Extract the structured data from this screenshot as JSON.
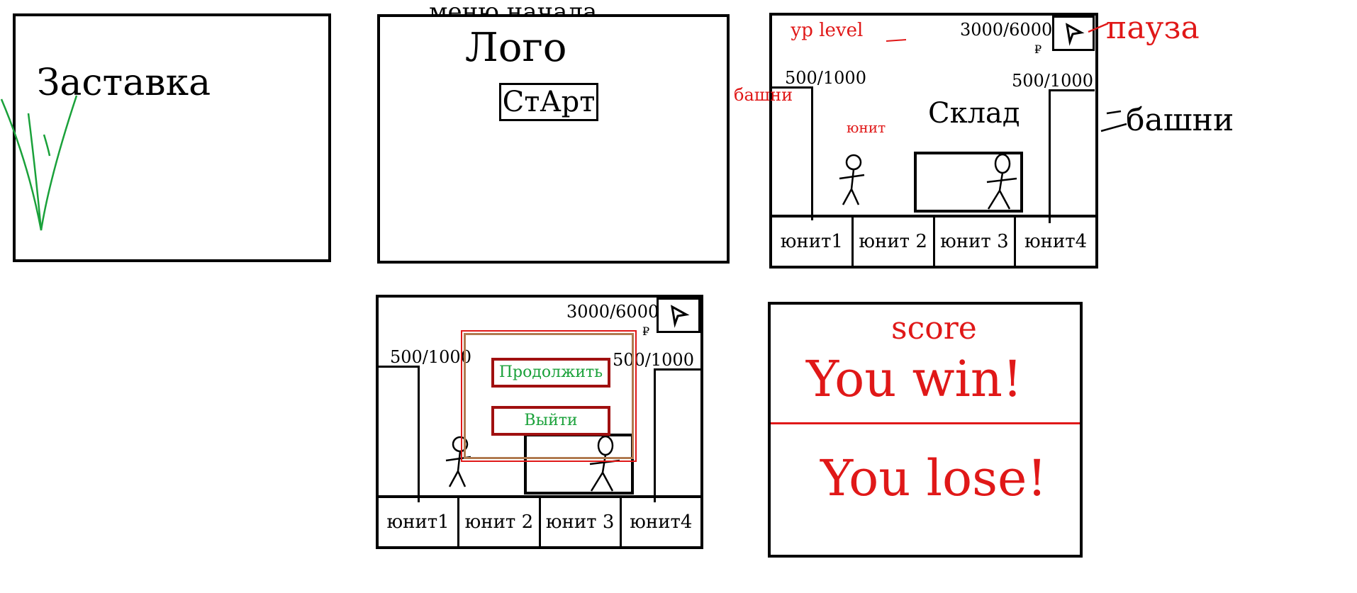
{
  "splash": {
    "title": "Заставка"
  },
  "menu": {
    "caption_top": "меню начала",
    "logo": "Лого",
    "start_button": "СтАрт"
  },
  "game": {
    "level_label": "ур level",
    "money": "3000/6000",
    "currency": "₽",
    "pause_note": "пауза",
    "left_tower_hp": "500/1000",
    "right_tower_hp": "500/1000",
    "tower_note": "башни",
    "unit_note": "юнит",
    "shop_label": "Склад",
    "units": [
      "юнит1",
      "юнит 2",
      "юнит 3",
      "юнит4"
    ]
  },
  "pause_screen": {
    "money": "3000/6000",
    "currency": "₽",
    "left_tower_hp": "500/1000",
    "right_tower_hp": "500/1000",
    "continue_button": "Продолжить",
    "exit_button": "Выйти",
    "units": [
      "юнит1",
      "юнит 2",
      "юнит 3",
      "юнит4"
    ]
  },
  "result_screen": {
    "score_label": "score",
    "win_text": "You win!",
    "lose_text": "You lose!"
  },
  "colors": {
    "ink": "#000000",
    "red": "#e01818",
    "green": "#1aa13a",
    "brown": "#b07a50"
  }
}
